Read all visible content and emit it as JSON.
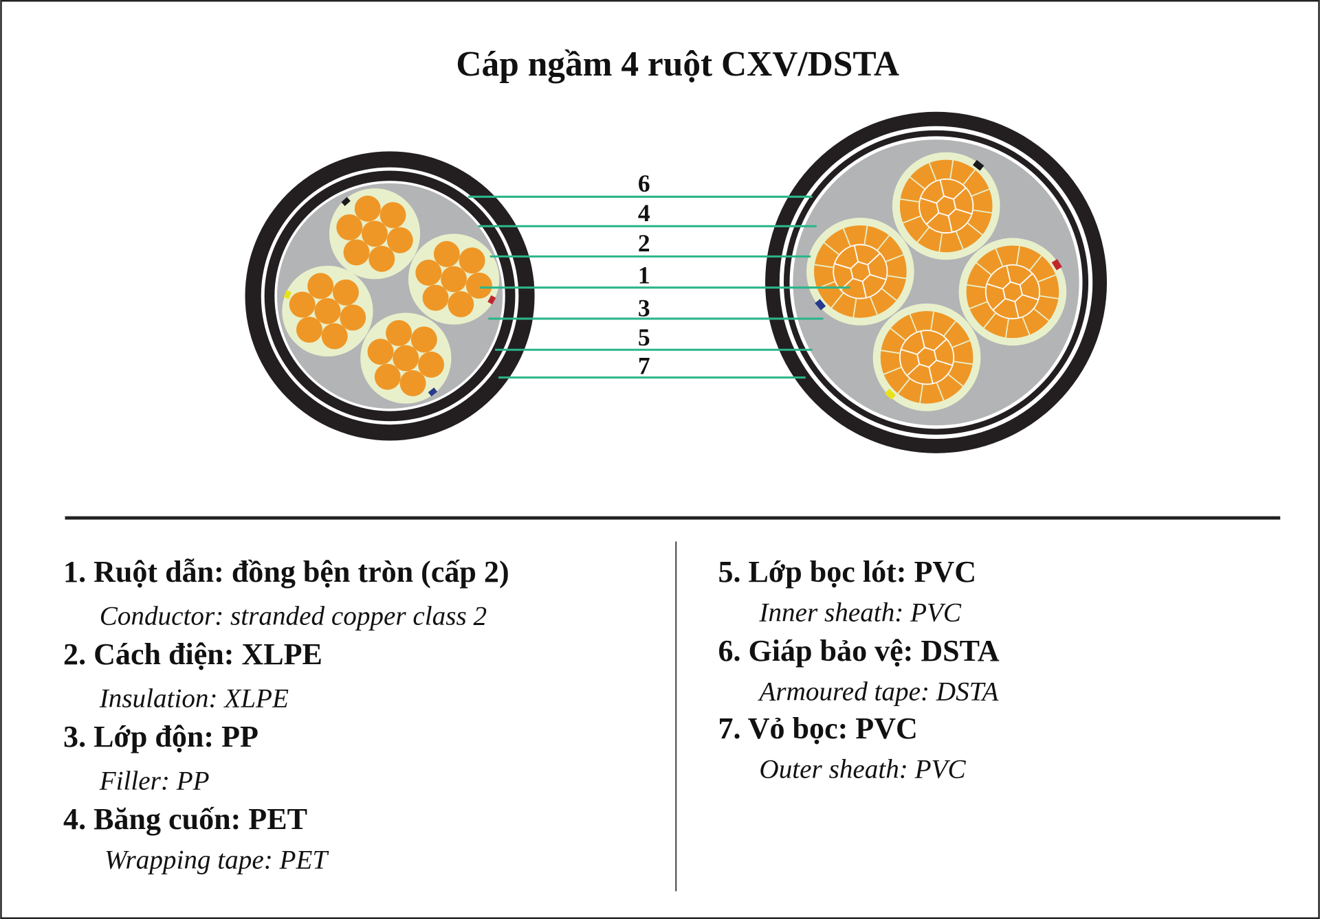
{
  "title": "Cáp ngầm 4 ruột CXV/DSTA",
  "callout_labels": [
    "6",
    "4",
    "2",
    "1",
    "3",
    "5",
    "7"
  ],
  "legend_left": [
    {
      "vi": "1. Ruột dẫn: đồng bện tròn (cấp 2)",
      "en": "Conductor: stranded copper class 2"
    },
    {
      "vi": "2. Cách điện: XLPE",
      "en": "Insulation: XLPE"
    },
    {
      "vi": "3. Lớp độn: PP",
      "en": "Filler: PP"
    },
    {
      "vi": "4.  Băng cuốn: PET",
      "en": "Wrapping tape: PET"
    }
  ],
  "legend_right": [
    {
      "vi": "5.  Lớp bọc lót: PVC",
      "en": "Inner sheath: PVC"
    },
    {
      "vi": "6.  Giáp bảo vệ: DSTA",
      "en": "Armoured tape: DSTA"
    },
    {
      "vi": "7.  Vỏ bọc: PVC",
      "en": "Outer sheath: PVC"
    }
  ],
  "colors": {
    "sheath": "#231f20",
    "copper": "#ee9727",
    "insulation": "#e8f0cb",
    "filler": "#b3b4b6",
    "leader": "#2bb58a",
    "phase_markers": [
      "#1a1a1a",
      "#c0272d",
      "#e8e21c",
      "#273b8c"
    ]
  }
}
